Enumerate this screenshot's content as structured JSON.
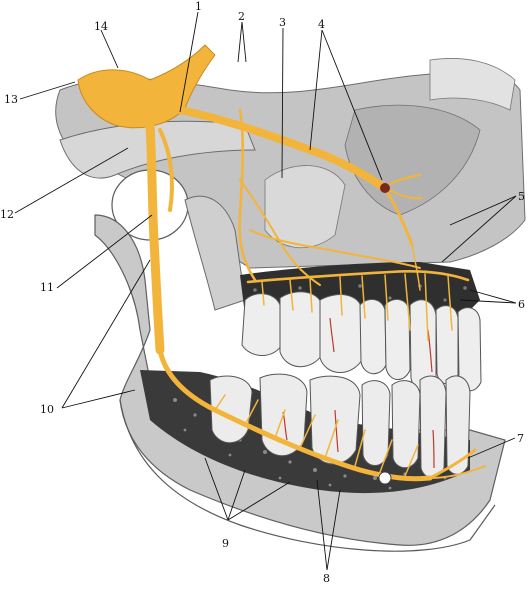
{
  "figure": {
    "labels": [
      "1",
      "2",
      "3",
      "4",
      "5",
      "6",
      "7",
      "8",
      "9",
      "10",
      "11",
      "12",
      "13",
      "14"
    ]
  },
  "colors": {
    "background": "#ffffff",
    "bone": "#c9c9c9",
    "bone_shadow": "#9a9a9a",
    "cancellous": "#3a3a3a",
    "tooth": "#eeeeee",
    "nerve": "#f2b43a",
    "nerve_dark": "#c98a1e",
    "vessel_red": "#c0392b"
  }
}
